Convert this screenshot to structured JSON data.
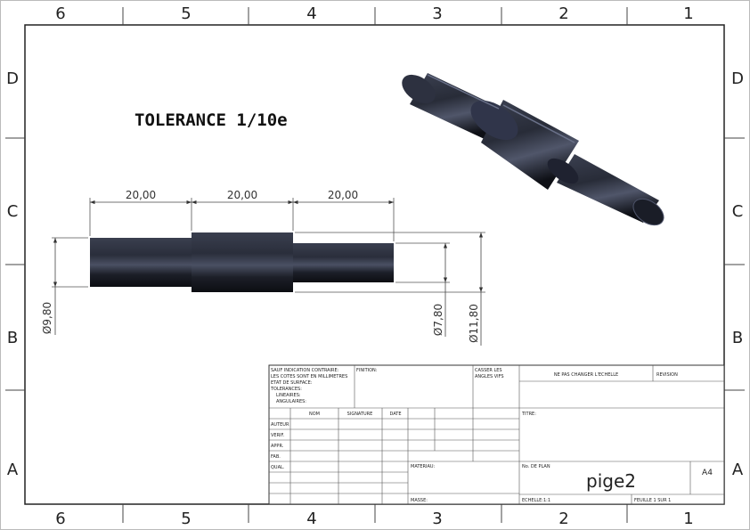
{
  "zones": {
    "columns": [
      "6",
      "5",
      "4",
      "3",
      "2",
      "1"
    ],
    "rows": [
      "D",
      "C",
      "B",
      "A"
    ]
  },
  "note": "TOLERANCE 1/10e",
  "dimensions": {
    "length_1": "20,00",
    "length_2": "20,00",
    "length_3": "20,00",
    "diameter_left": "Ø9,80",
    "diameter_right": "Ø7,80",
    "diameter_middle": "Ø11,80"
  },
  "title_block": {
    "general_notes": [
      "SAUF INDICATION CONTRAIRE:",
      "LES COTES SONT EN MILLIMETRES",
      "ETAT DE SURFACE:",
      "TOLERANCES:",
      "LINEAIRES:",
      "ANGULAIRES:"
    ],
    "finish_label": "FINITION:",
    "break_edges": [
      "CASSER LES",
      "ANGLES VIFS"
    ],
    "do_not_scale": "NE PAS CHANGER L'ECHELLE",
    "revision_label": "REVISION",
    "header_name": "NOM",
    "header_signature": "SIGNATURE",
    "header_date": "DATE",
    "rows": [
      "AUTEUR",
      "VERIF.",
      "APPR.",
      "FAB.",
      "QUAL."
    ],
    "title_label": "TITRE:",
    "material_label": "MATERIAU:",
    "mass_label": "MASSE:",
    "drawing_no_label": "No. DE PLAN",
    "drawing_no": "pige2",
    "sheet_size": "A4",
    "scale_label": "ECHELLE:1:1",
    "sheet_label": "FEUILLE 1 SUR 1"
  }
}
